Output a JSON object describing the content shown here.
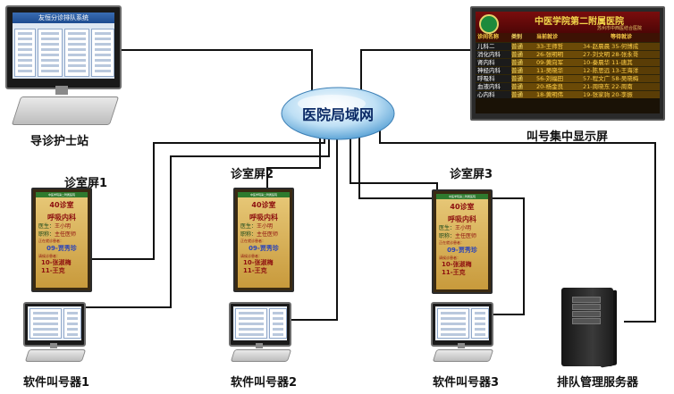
{
  "network": {
    "label": "医院局域网"
  },
  "nurse_station": {
    "label": "导诊护士站",
    "app_title": "友恒分诊排队系统"
  },
  "central_display": {
    "label": "叫号集中显示屏",
    "title": "中医学院第二附属医院",
    "subtitle": "苏州市中西医结合医院",
    "columns": [
      "诊间名称",
      "类别",
      "当前就诊",
      "等待就诊"
    ],
    "rows": [
      {
        "dept": "儿科二",
        "type": "普通",
        "current": "33-王师哲",
        "waiting": "34-赵晨晨 35-何博成"
      },
      {
        "dept": "消化内科",
        "type": "普通",
        "current": "26-张明明",
        "waiting": "27-刘文明 28-张永哥"
      },
      {
        "dept": "肾内科",
        "type": "普通",
        "current": "09-黄向军",
        "waiting": "10-秦晨华 11-唐其"
      },
      {
        "dept": "神经内科",
        "type": "普通",
        "current": "11-吴晓华",
        "waiting": "12-陈思远 13-王海洋"
      },
      {
        "dept": "呼吸科",
        "type": "普通",
        "current": "56-刘福田",
        "waiting": "57-程文广 58-吴晓梅"
      },
      {
        "dept": "血液内科",
        "type": "普通",
        "current": "20-杨金良",
        "waiting": "21-周晓东 22-周南"
      },
      {
        "dept": "心内科",
        "type": "普通",
        "current": "18-黄明伟",
        "waiting": "19-张家驹 20-李振"
      }
    ]
  },
  "room_screens": [
    {
      "label": "诊室屏1",
      "header": "中医学院第二附属医院",
      "room": "40诊室",
      "dept": "呼吸内科",
      "doctor_label": "医生：",
      "doctor": "王小明",
      "title_label": "职称：",
      "title": "主任医师",
      "now_label": "正在就诊患者：",
      "now_patient": "09-贾秀珍",
      "wait_label": "请候诊患者：",
      "wait1": "10-张淑梅",
      "wait2": "11-王克"
    },
    {
      "label": "诊室屏2",
      "header": "中医学院第二附属医院",
      "room": "40诊室",
      "dept": "呼吸内科",
      "doctor_label": "医生：",
      "doctor": "王小明",
      "title_label": "职称：",
      "title": "主任医师",
      "now_label": "正在就诊患者：",
      "now_patient": "09-贾秀珍",
      "wait_label": "请候诊患者：",
      "wait1": "10-张淑梅",
      "wait2": "11-王克"
    },
    {
      "label": "诊室屏3",
      "header": "中医学院第二附属医院",
      "room": "40诊室",
      "dept": "呼吸内科",
      "doctor_label": "医生：",
      "doctor": "王小明",
      "title_label": "职称：",
      "title": "主任医师",
      "now_label": "正在就诊患者：",
      "now_patient": "09-贾秀珍",
      "wait_label": "请候诊患者：",
      "wait1": "10-张淑梅",
      "wait2": "11-王克"
    }
  ],
  "soft_callers": [
    {
      "label": "软件叫号器1"
    },
    {
      "label": "软件叫号器2"
    },
    {
      "label": "软件叫号器3"
    }
  ],
  "server": {
    "label": "排队管理服务器"
  }
}
